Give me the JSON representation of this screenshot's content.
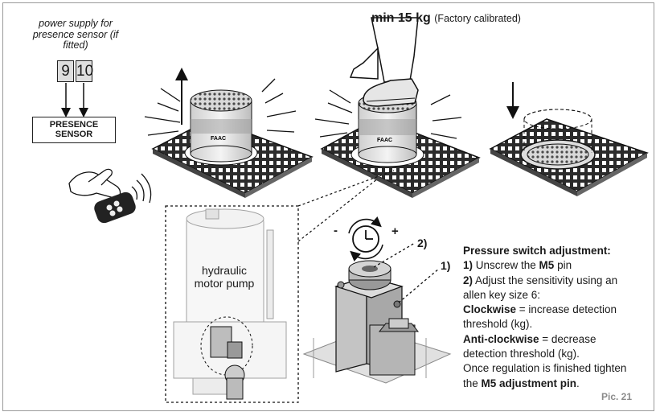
{
  "power_supply": {
    "label": "power supply for presence sensor (if fitted)",
    "terminals": [
      "9",
      "10"
    ]
  },
  "sensor_box": {
    "line1": "PRESENCE",
    "line2": "SENSOR"
  },
  "weight_note": {
    "value": "min 15 kg",
    "note": "(Factory calibrated)"
  },
  "pump_label": "hydraulic motor pump",
  "bollard_brand": "FAAC",
  "adjust_signs": {
    "minus": "-",
    "plus": "+"
  },
  "callouts": {
    "c2": "2)",
    "c1": "1)"
  },
  "instructions": {
    "title": "Pressure switch adjustment:",
    "step1_num": "1)",
    "step1_text": " Unscrew the ",
    "step1_bold": "M5",
    "step1_end": " pin",
    "step2_num": "2)",
    "step2_text_a": " Adjust the sensitivity using an",
    "step2_text_b": "allen key size 6:",
    "cw_bold": "Clockwise",
    "cw_text_a": " = increase detection",
    "cw_text_b": "threshold (kg).",
    "acw_bold": "Anti-clockwise",
    "acw_text_a": " = decrease",
    "acw_text_b": "detection threshold (kg).",
    "final_a": "Once regulation is finished tighten",
    "final_b_pre": "the ",
    "final_b_bold": "M5 adjustment pin",
    "final_b_end": "."
  },
  "picture_label": "Pic. 21"
}
